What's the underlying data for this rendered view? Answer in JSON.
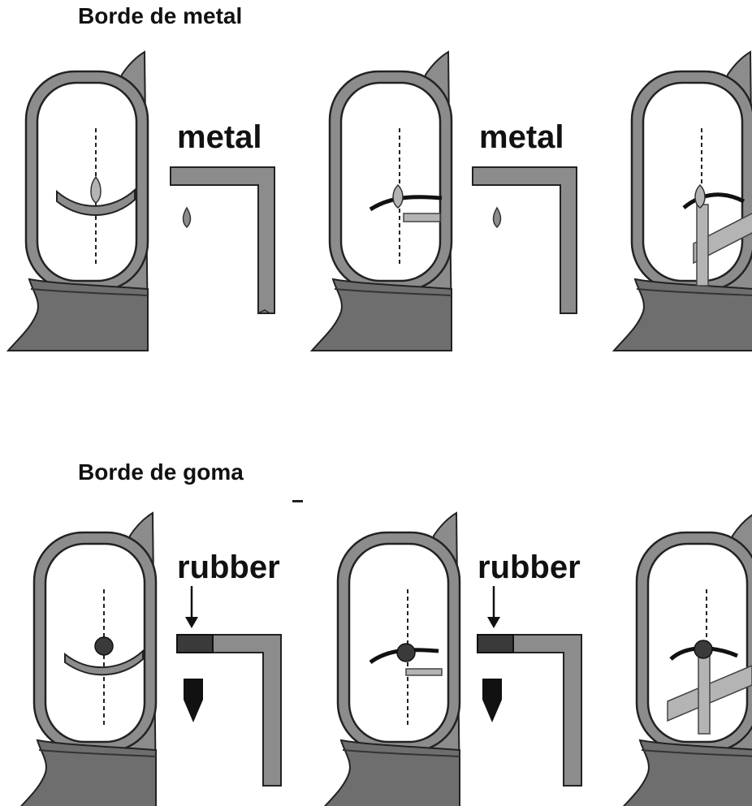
{
  "sections": [
    {
      "title": "Borde de metal",
      "label": "metal"
    },
    {
      "title": "Borde de goma",
      "label": "rubber"
    }
  ],
  "colors": {
    "frame": "#8c8c8c",
    "frame_dark": "#666666",
    "base": "#6e6e6e",
    "light": "#b4b4b4",
    "rubber": "#3a3a3a",
    "ink": "#111111"
  }
}
